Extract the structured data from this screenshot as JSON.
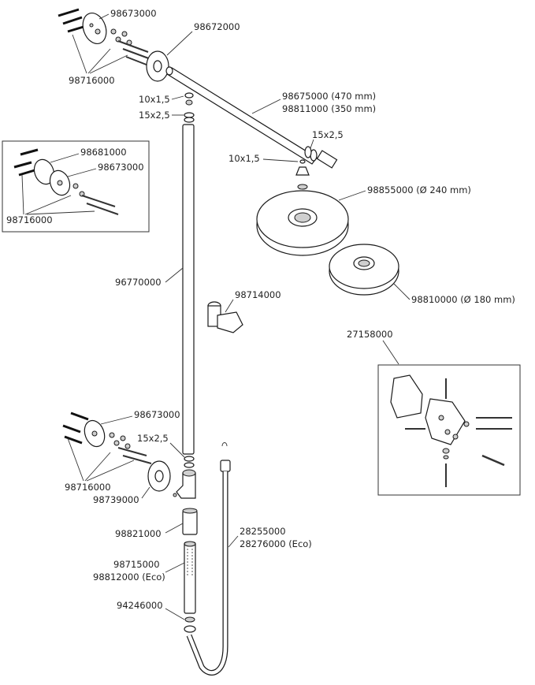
{
  "labels": {
    "wall_flange_top": "98673000",
    "arm_flange": "98672000",
    "dowels_top": "98716000",
    "shower_arm": "98675000 (470 mm)",
    "shower_arm_short": "98811000 (350 mm)",
    "oring_10x15_top": "10x1,5",
    "oring_15x25_top": "15x2,5",
    "oring_15x25_arm": "15x2,5",
    "oring_10x15_arm": "10x1,5",
    "overhead_240": "98855000 (Ø 240 mm)",
    "overhead_180": "98810000 (Ø 180 mm)",
    "inset_flange": "98681000",
    "inset_wall_flange": "98673000",
    "inset_dowels": "98716000",
    "riser_pipe": "96770000",
    "slider": "98714000",
    "holder_set": "27158000",
    "wall_flange_bottom": "98673000",
    "oring_15x25_bottom": "15x2,5",
    "dowels_bottom": "98716000",
    "elbow": "98739000",
    "hose_connector": "98821000",
    "hose": "28255000",
    "hose_eco": "28276000 (Eco)",
    "hand_shower": "98715000",
    "hand_shower_eco": "98812000 (Eco)",
    "hose_seal": "94246000"
  }
}
